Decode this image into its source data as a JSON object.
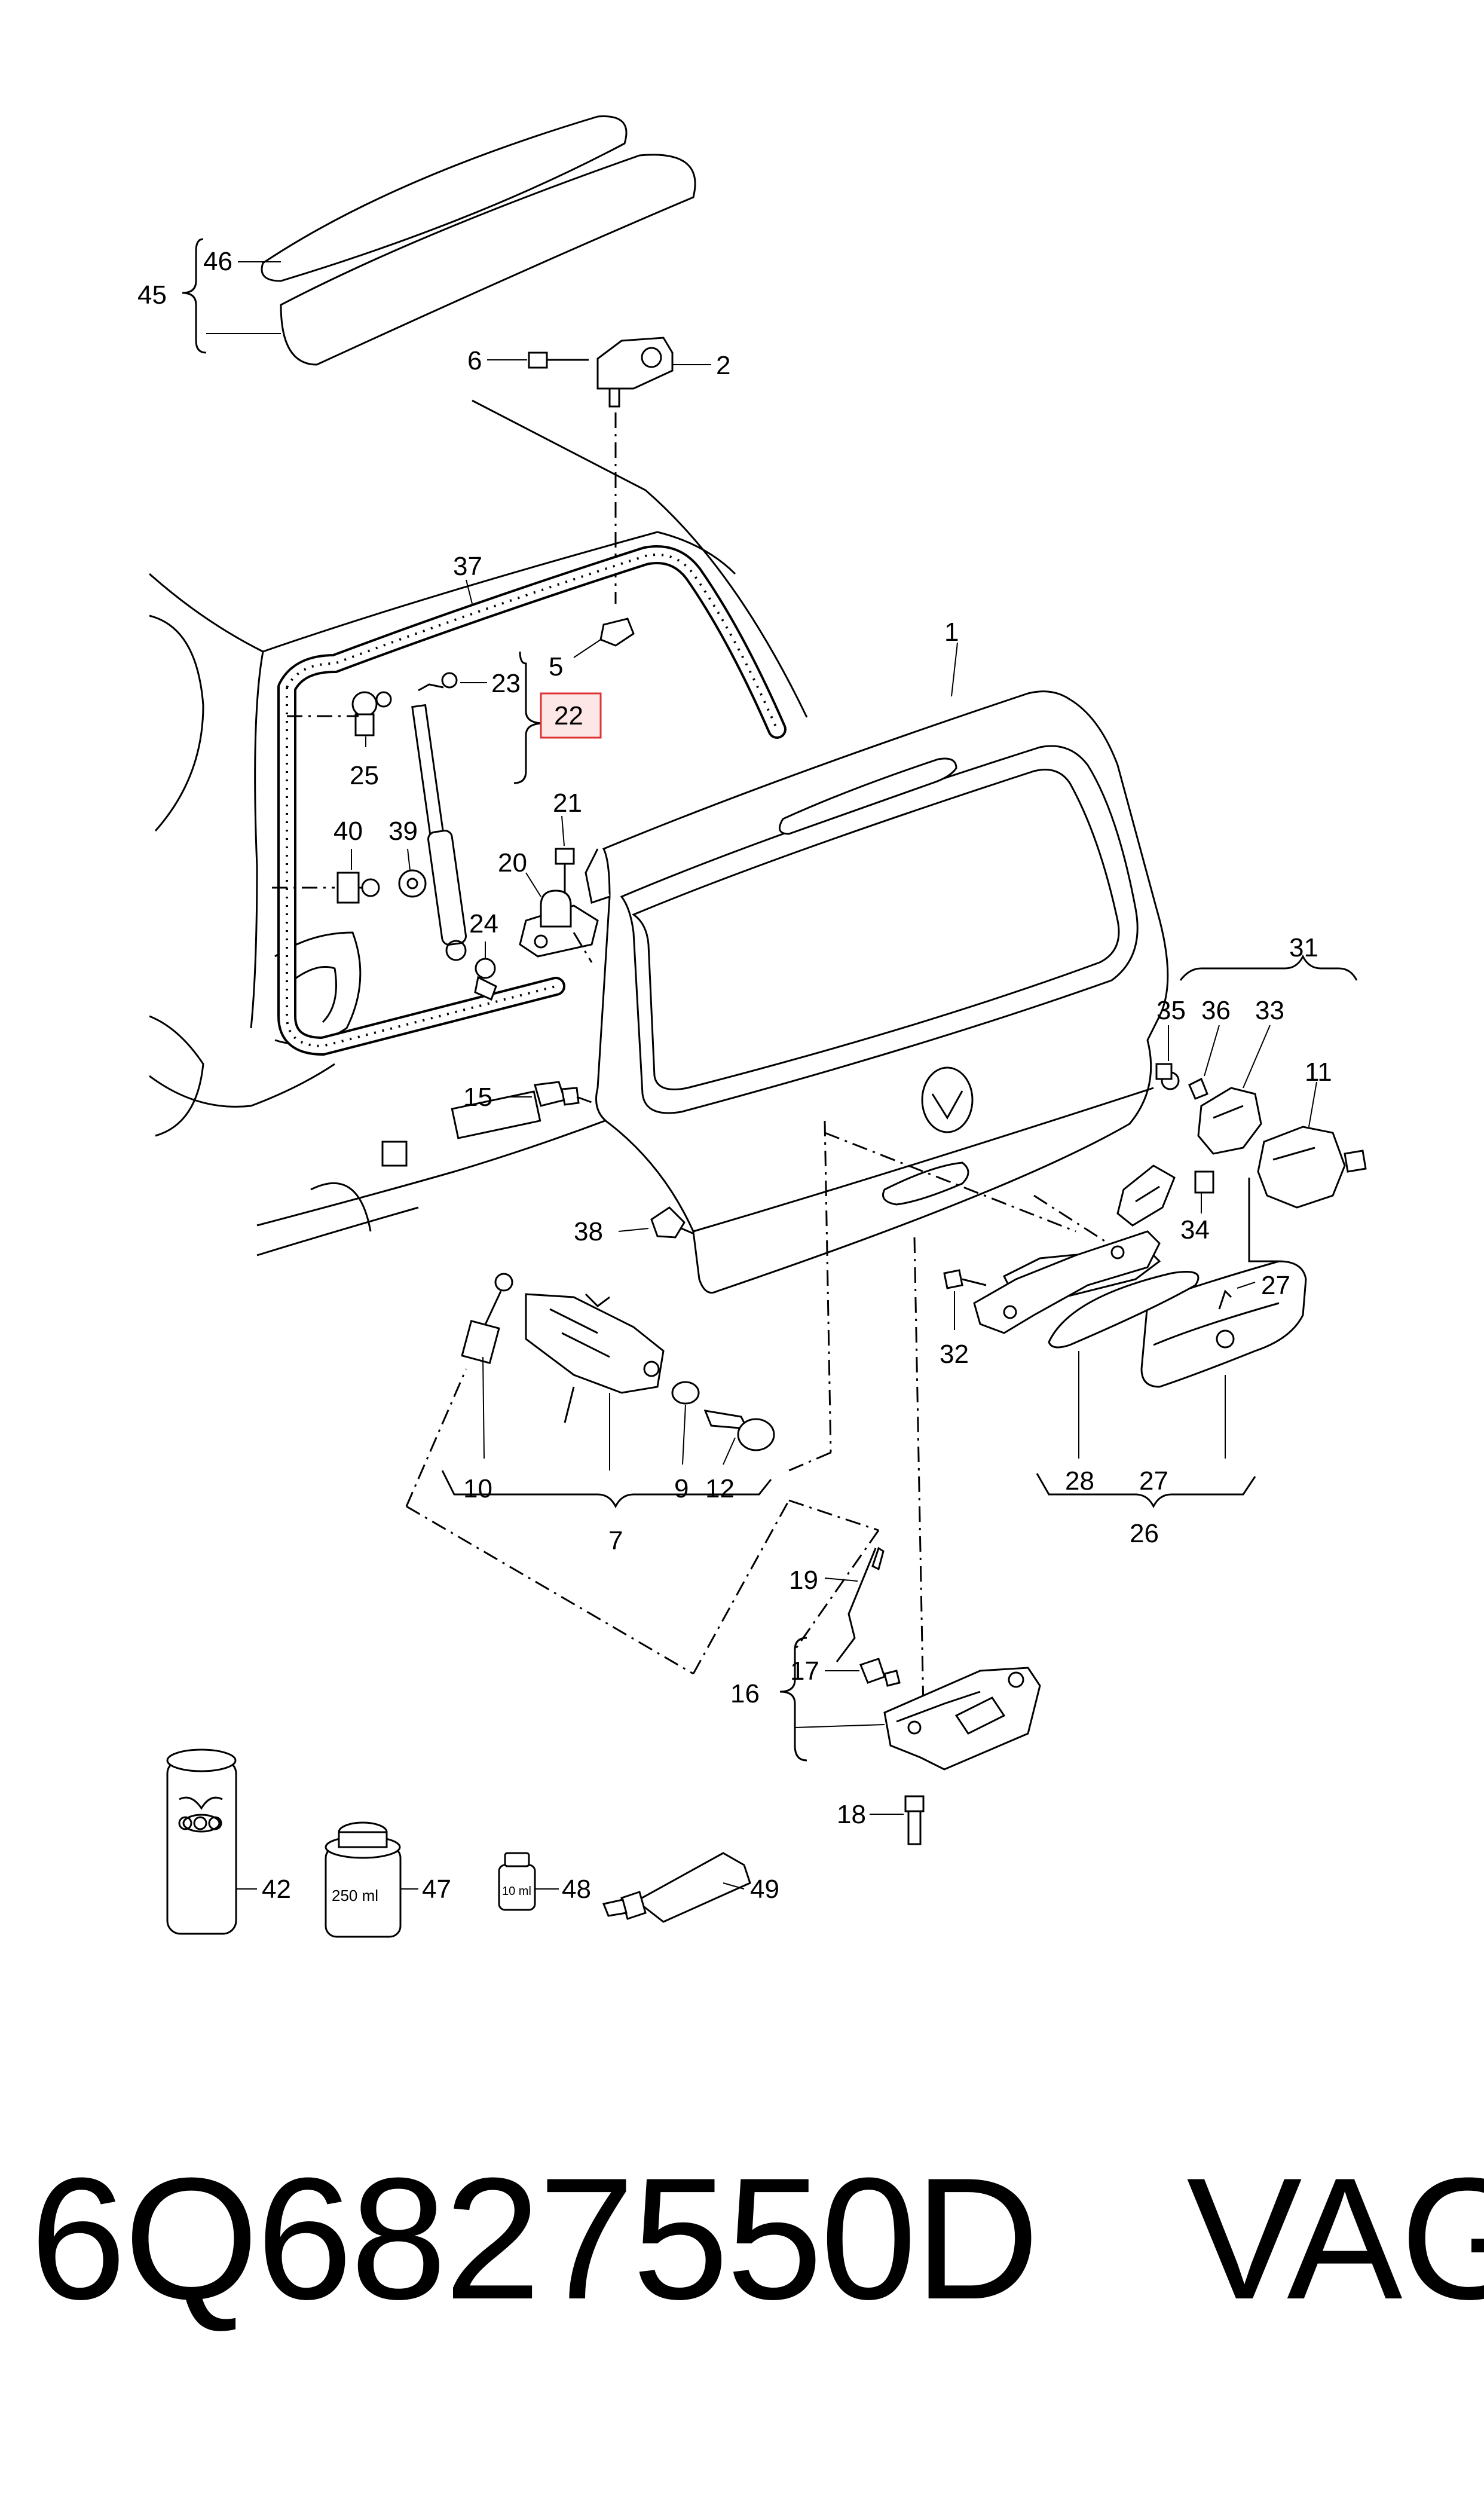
{
  "callouts": {
    "c1": "1",
    "c2": "2",
    "c5": "5",
    "c6": "6",
    "c7": "7",
    "c9": "9",
    "c10": "10",
    "c11": "11",
    "c12": "12",
    "c15": "15",
    "c16": "16",
    "c17": "17",
    "c18": "18",
    "c19": "19",
    "c20": "20",
    "c21": "21",
    "c22": "22",
    "c23": "23",
    "c24": "24",
    "c25": "25",
    "c26": "26",
    "c27a": "27",
    "c27b": "27",
    "c28": "28",
    "c31": "31",
    "c32": "32",
    "c33": "33",
    "c34": "34",
    "c35": "35",
    "c36": "36",
    "c37": "37",
    "c38": "38",
    "c39": "39",
    "c40": "40",
    "c42": "42",
    "c45": "45",
    "c46": "46",
    "c47": "47",
    "c48": "48",
    "c49": "49"
  },
  "labels": {
    "bottle_volume": "250 ml",
    "jar_volume": "10 ml"
  },
  "highlighted_part": "22",
  "colors": {
    "highlight_fill": "#fde6e6",
    "highlight_stroke": "#d33333",
    "line": "#000000"
  },
  "caption": {
    "part_number": "6Q6827550D",
    "brand": "VAG"
  }
}
